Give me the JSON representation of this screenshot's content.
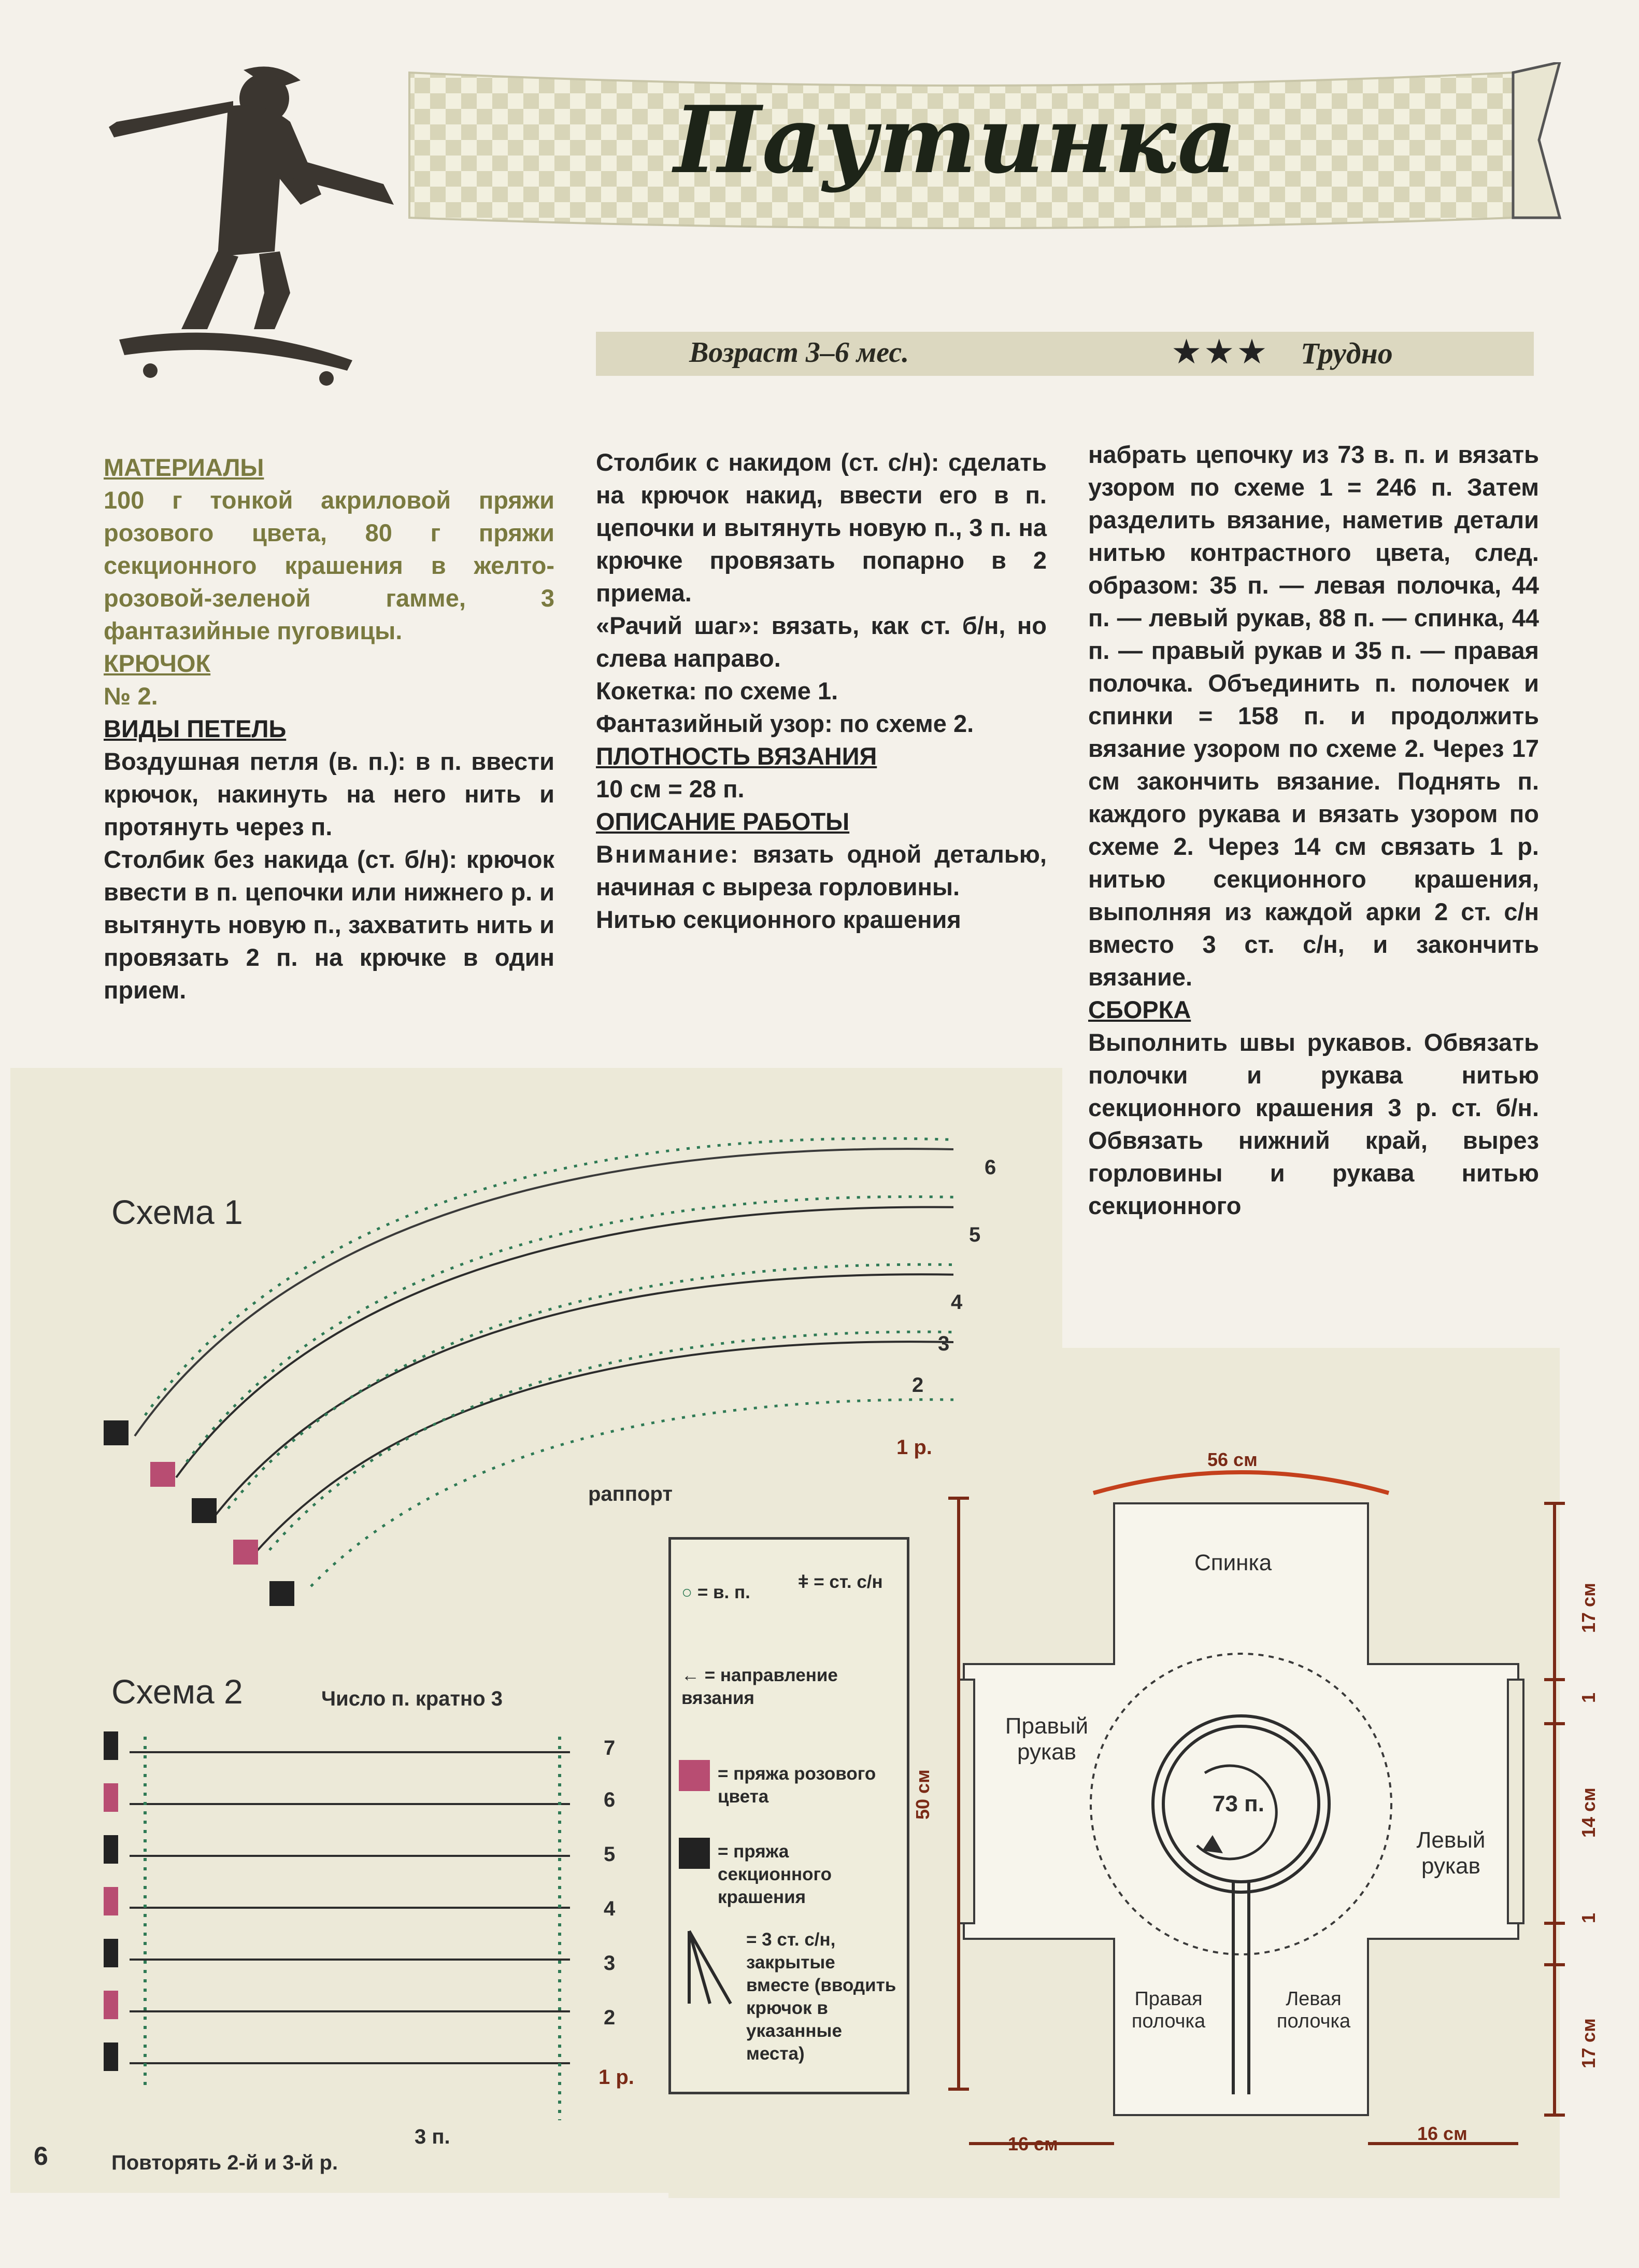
{
  "title": "Паутинка",
  "info": {
    "age": "Возраст 3–6 мес.",
    "stars": "★★★",
    "difficulty": "Трудно"
  },
  "col1": {
    "materials_head": "МАТЕРИАЛЫ",
    "materials_text": "100 г тонкой акриловой пряжи розового цвета, 80 г пряжи секционного крашения в желто-розовой-зеленой гамме, 3 фантазийные пуговицы.",
    "hook_head": "КРЮЧОК",
    "hook_text": "№ 2.",
    "loops_head": "ВИДЫ ПЕТЕЛЬ",
    "chain_term": "Воздушная петля (в. п.):",
    "chain_text": " в п. ввести крючок, накинуть на него нить и протянуть через п.",
    "sc_term": "Столбик без накида (ст. б/н):",
    "sc_text": " крючок ввести в п. цепочки или нижнего р. и вытянуть новую п., захватить нить и провязать 2 п. на крючке в один прием."
  },
  "col2": {
    "dc_term": "Столбик с накидом (ст. с/н):",
    "dc_text": " сделать на крючок накид, ввести его в п. цепочки и вытянуть новую п., 3 п. на крючке провязать попарно в 2 приема.",
    "crab_term": "«Рачий шаг»:",
    "crab_text": " вязать, как ст. б/н, но слева направо.",
    "yoke_term": "Кокетка:",
    "yoke_text": " по схеме 1.",
    "fancy_term": "Фантазийный узор:",
    "fancy_text": " по схеме 2.",
    "gauge_head": "ПЛОТНОСТЬ ВЯЗАНИЯ",
    "gauge_text": "10 см = 28 п.",
    "desc_head": "ОПИСАНИЕ РАБОТЫ",
    "attention_term": "Внимание:",
    "attention_text": " вязать одной деталью, начиная с выреза горловины.",
    "start_text": "Нитью секционного крашения"
  },
  "col3": {
    "text1": "набрать цепочку из 73 в. п. и вязать узором по схеме 1 = 246 п. Затем разделить вязание, наметив детали нитью контрастного цвета, след. образом: 35 п. — левая полочка, 44 п. — левый рукав, 88 п. — спинка, 44 п. — правый рукав и 35 п. — правая полочка. Объединить п. полочек и спинки = 158 п. и продолжить вязание узором по схеме 2. Через 17 см закончить вязание. Поднять п. каждого рукава и вязать узором по схеме 2. Через 14 см связать 1 р. нитью секционного крашения, выполняя из каждой арки 2 ст. с/н вместо 3 ст. с/н, и закончить вязание.",
    "assembly_head": "СБОРКА",
    "text2": "Выполнить швы рукавов. Обвязать полочки и рукава нитью секционного крашения 3 р. ст. б/н. Обвязать нижний край, вырез горловины и рукава нитью секционного"
  },
  "scheme1": {
    "title": "Схема 1",
    "rapport": "раппорт",
    "rows": [
      "6",
      "5",
      "4",
      "3",
      "2",
      "1 р."
    ]
  },
  "scheme2": {
    "title": "Схема 2",
    "multiple": "Число п. кратно 3",
    "rows": [
      "7",
      "6",
      "5",
      "4",
      "3",
      "2",
      "1 р."
    ],
    "repeat_note": "Повторять 2-й и 3-й р.",
    "stitch_count": "3 п."
  },
  "legend": {
    "chain": "= в. п.",
    "dc": "= ст. с/н",
    "direction": "= направление вязания",
    "pink": "= пряжа розового цвета",
    "variegated": "= пряжа секционного крашения",
    "cluster": "= 3 ст. с/н, закрытые вместе (вводить крючок в указанные места)"
  },
  "garment": {
    "back": "Спинка",
    "right_sleeve": "Правый рукав",
    "left_sleeve": "Левый рукав",
    "right_front": "Правая полочка",
    "left_front": "Левая полочка",
    "neck_stitches": "73 п.",
    "width_top": "56 см",
    "height_total": "50 см",
    "dim_17_top": "17 см",
    "dim_1_top": "1",
    "dim_14": "14 см",
    "dim_1_bottom": "1",
    "dim_17_bottom": "17 см",
    "bottom_left": "16 см",
    "bottom_right": "16 см"
  },
  "page_number": "6",
  "colors": {
    "pink": "#b84d72",
    "dark": "#222222",
    "accent": "#7a2a16",
    "olive": "#7a7a40",
    "stitch": "#2f7a55"
  }
}
